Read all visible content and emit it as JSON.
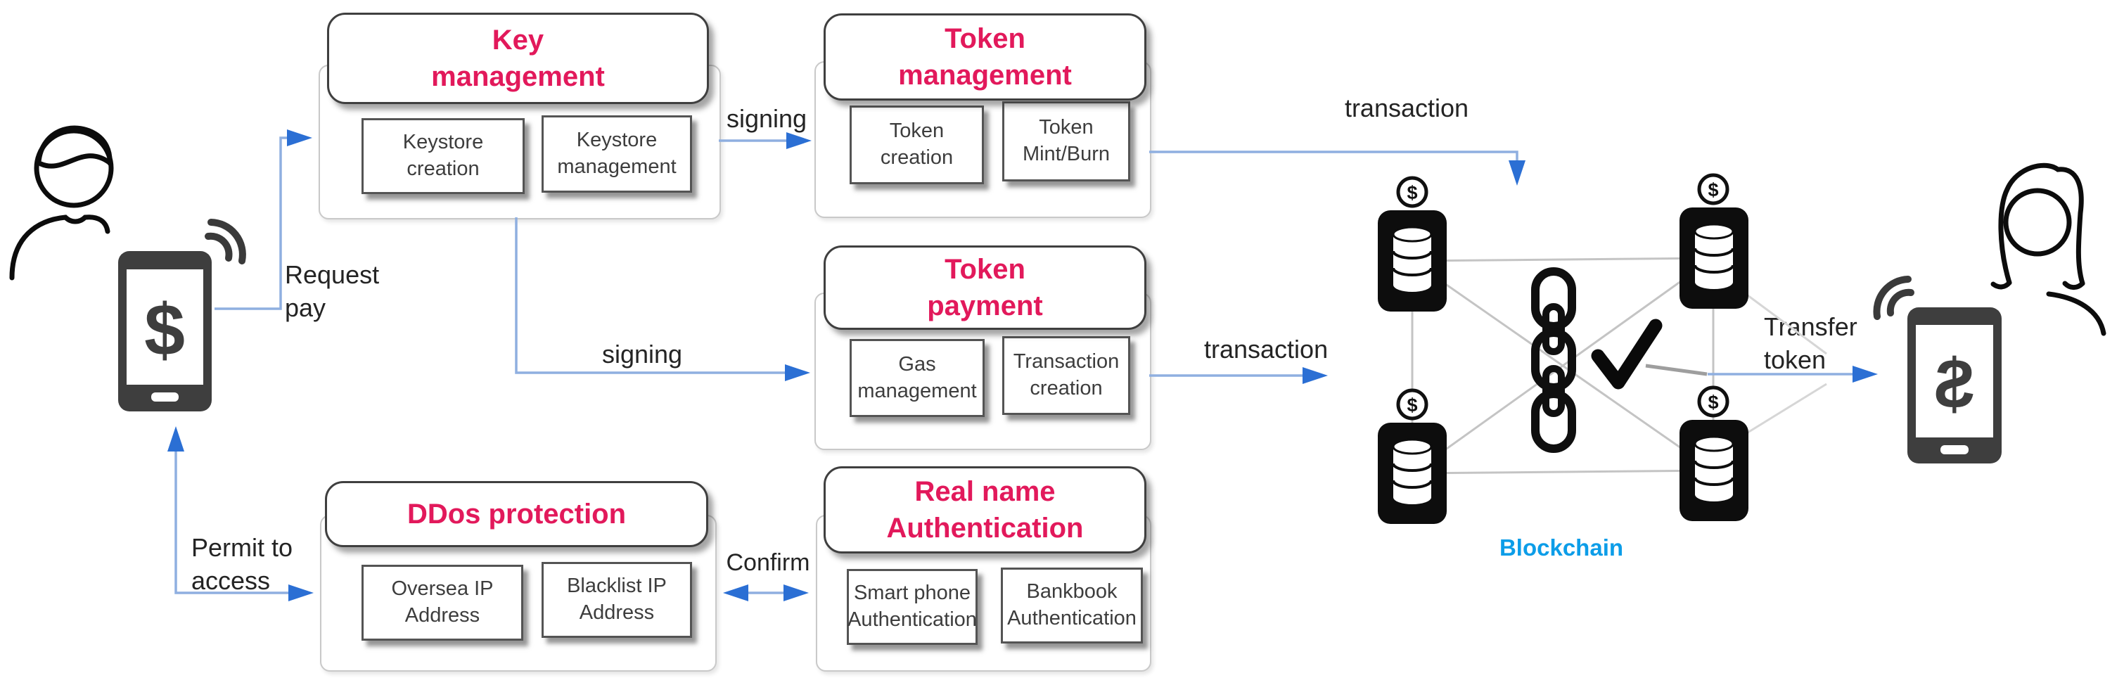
{
  "modules": {
    "key_management": {
      "title": "Key\nmanagement",
      "items": [
        "Keystore\ncreation",
        "Keystore\nmanagement"
      ]
    },
    "token_management": {
      "title": "Token\nmanagement",
      "items": [
        "Token\ncreation",
        "Token\nMint/Burn"
      ]
    },
    "token_payment": {
      "title": "Token\npayment",
      "items": [
        "Gas\nmanagement",
        "Transaction\ncreation"
      ]
    },
    "ddos_protection": {
      "title": "DDos protection",
      "items": [
        "Oversea IP\nAddress",
        "Blacklist IP\nAddress"
      ]
    },
    "real_name_authentication": {
      "title": "Real name\nAuthentication",
      "items": [
        "Smart phone\nAuthentication",
        "Bankbook\nAuthentication"
      ]
    }
  },
  "connectors": {
    "request_pay": "Request\npay",
    "signing_top": "signing",
    "signing_mid": "signing",
    "transaction_top": "transaction",
    "transaction_mid": "transaction",
    "confirm": "Confirm",
    "permit_to_access": "Permit to\naccess",
    "transfer_token": "Transfer\ntoken"
  },
  "blockchain": {
    "label": "Blockchain",
    "node_count": 4
  },
  "icons": {
    "currency_symbol": "$",
    "left_actor": "man-sender-icon",
    "right_actor": "woman-receiver-icon",
    "left_device": "smartphone-dollar-icon",
    "right_device": "smartphone-dollar-mirrored-icon",
    "cluster_node": "database-node-icon",
    "cluster_center": "chain-link-icon",
    "cluster_verified": "checkmark-icon"
  },
  "colors": {
    "module_title": "#e2195b",
    "arrow_line": "#8fafe0",
    "arrow_head": "#2b6fd4",
    "blockchain_label": "#0c9de8",
    "subbox_text": "#3d3d3d",
    "label_text": "#242424",
    "mesh_line": "#c4c4c4"
  }
}
